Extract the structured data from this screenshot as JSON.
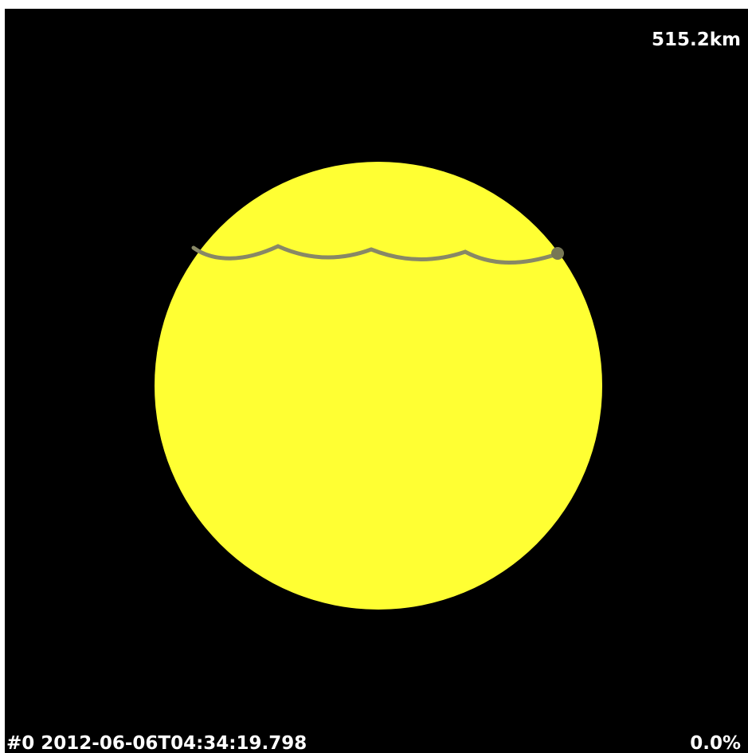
{
  "viewer": {
    "scale_label": "515.2km",
    "frame_label": "#0 2012-06-06T04:34:19.798",
    "progress_label": "0.0%",
    "progress_fraction": 0.0
  },
  "colors": {
    "background": "#000000",
    "sun_disk": "#ffff33",
    "transit_track": "#888866",
    "planet": "#777755",
    "text": "#ffffff"
  },
  "icons": {
    "sun": "sun-disk",
    "planet": "planet-dot"
  }
}
